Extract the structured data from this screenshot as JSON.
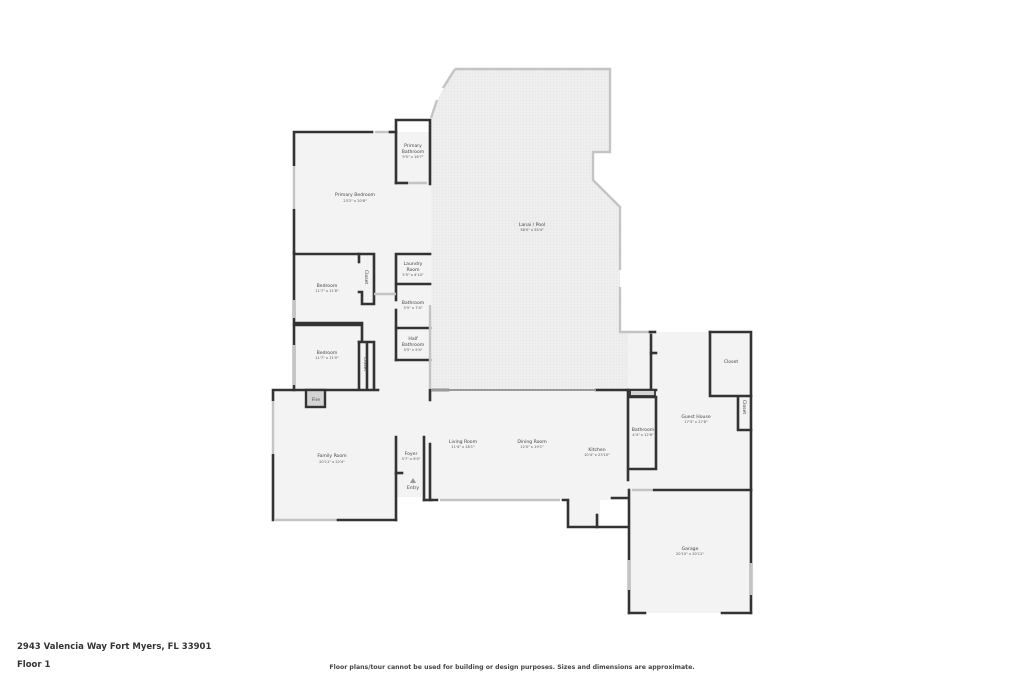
{
  "listing": {
    "address": "2943 Valencia Way Fort Myers, FL 33901",
    "floor_label": "Floor 1",
    "disclaimer": "Floor plans/tour cannot be used for building or design purposes. Sizes and dimensions are approximate."
  },
  "rooms": {
    "primary_bedroom": {
      "name": "Primary Bedroom",
      "dims": "23'2\" x 20'8\""
    },
    "primary_bathroom": {
      "name1": "Primary",
      "name2": "Bathroom",
      "dims": "9'5\" x 16'7\""
    },
    "lanai_pool": {
      "name": "Lanai / Pool",
      "dims": "38'0\" x 55'4\""
    },
    "bedroom_1": {
      "name": "Bedroom",
      "dims": "11'7\" x 11'8\""
    },
    "closet_1": {
      "name": "Closet"
    },
    "laundry_room": {
      "name1": "Laundry",
      "name2": "Room",
      "dims": "5'5\" x 4'10\""
    },
    "bathroom_1": {
      "name": "Bathroom",
      "dims": "5'5\" x 7'4\""
    },
    "half_bathroom": {
      "name1": "Half",
      "name2": "Bathroom",
      "dims": "5'5\" x 5'4\""
    },
    "bedroom_2": {
      "name": "Bedroom",
      "dims": "11'7\" x 11'0\""
    },
    "closet_2": {
      "name": "Closet"
    },
    "fire": {
      "name": "Fire"
    },
    "family_room": {
      "name": "Family Room",
      "dims": "20'11\" x 22'4\""
    },
    "foyer": {
      "name": "Foyer",
      "dims": "5'7\" x 6'0\""
    },
    "entry": {
      "name": "Entry"
    },
    "living_room": {
      "name": "Living Room",
      "dims": "11'4\" x 18'1\""
    },
    "dining_room": {
      "name": "Dining Room",
      "dims": "12'0\" x 19'1\""
    },
    "kitchen": {
      "name": "Kitchen",
      "dims": "10'4\" x 23'10\""
    },
    "guest_bathroom": {
      "name": "Bathroom",
      "dims": "4'4\" x 12'6\""
    },
    "guest_house": {
      "name": "Guest House",
      "dims": "17'3\" x 27'8\""
    },
    "guest_closet_1": {
      "name": "Closet"
    },
    "guest_closet_2": {
      "name": "Closet"
    },
    "garage": {
      "name": "Garage",
      "dims": "20'10\" x 20'11\""
    }
  },
  "colors": {
    "wall": "#333333",
    "floor": "#f3f3f3",
    "lanai": "#efefef",
    "window": "#c4c4c4"
  }
}
